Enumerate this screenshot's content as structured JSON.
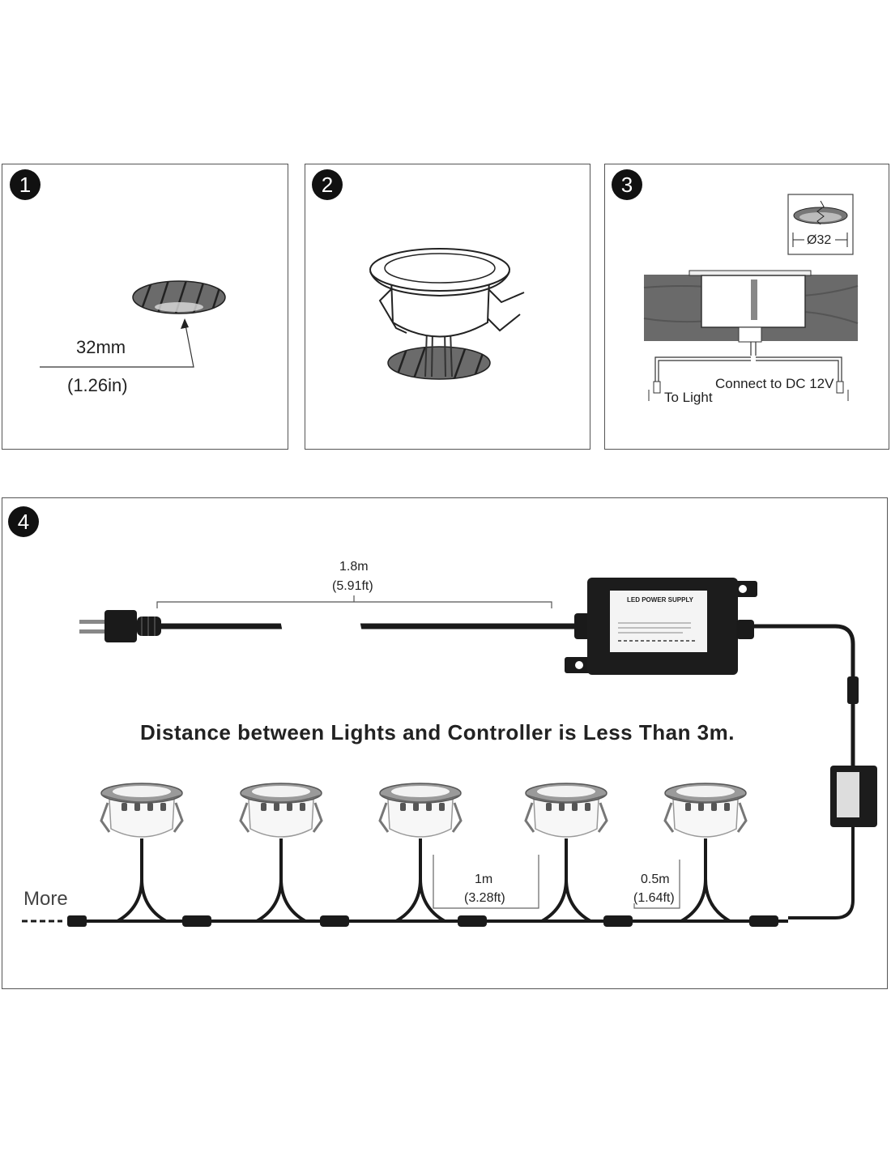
{
  "steps": [
    {
      "number": "1",
      "dimension": "32mm",
      "dimension_alt": "(1.26in)"
    },
    {
      "number": "2"
    },
    {
      "number": "3",
      "hole_diameter": "Ø32",
      "left_label": "To Light",
      "right_label": "Connect to DC 12V"
    },
    {
      "number": "4"
    }
  ],
  "wiring": {
    "cord_length": "1.8m",
    "cord_length_alt": "(5.91ft)",
    "headline": "Distance between Lights and Controller is Less Than 3m.",
    "spacing_1": "1m",
    "spacing_1_alt": "(3.28ft)",
    "spacing_2": "0.5m",
    "spacing_2_alt": "(1.64ft)",
    "more_label": "More",
    "power_supply_title": "LED POWER SUPPLY",
    "light_count": 5
  }
}
